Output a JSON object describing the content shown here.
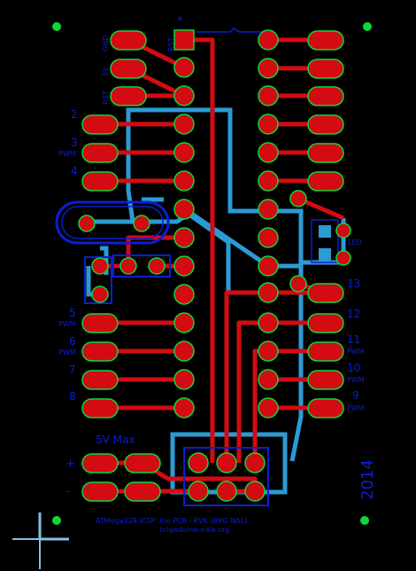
{
  "board": {
    "marker_top": "*",
    "pin_labels_left": [
      "2",
      "3",
      "4",
      "5",
      "6",
      "7",
      "8"
    ],
    "pwm_label": "PWM",
    "pin_labels_right": [
      "13",
      "12",
      "11",
      "10",
      "9"
    ],
    "header_labels_top": [
      "GND",
      "5V",
      "RST"
    ],
    "reset_label": "RST",
    "led_label": "LED",
    "power": {
      "title": "5V Max",
      "plus": "+",
      "minus": "-"
    },
    "year": "2014",
    "footer_line1": "ATMega328 ICSP .ino PCB - KVK (BRG NAL)",
    "footer_line2": "brigadomeurale.org"
  },
  "colors": {
    "background": "#000000",
    "copper_top": "#d40b12",
    "copper_bottom": "#2b9bd4",
    "pad": "#d40b12",
    "pad_outline": "#0fd83a",
    "silkscreen": "#0b1fd0",
    "drill": "#0fd83a",
    "origin": "#86c0e0"
  }
}
